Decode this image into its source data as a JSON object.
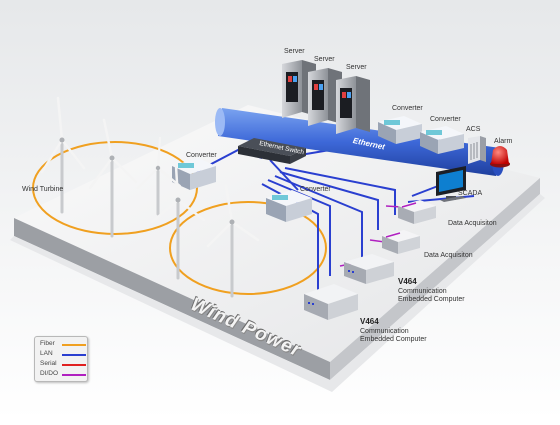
{
  "title": "Wind Power",
  "channel": "Ethernet",
  "switch_label": "Ethernet Switch",
  "labels": {
    "server_1": "Server",
    "server_2": "Server",
    "server_3": "Server",
    "converter_top_1": "Converter",
    "converter_top_2": "Converter",
    "converter_left": "Converter",
    "converter_mid": "Converter",
    "acs": "ACS",
    "alarm": "Alarm",
    "scada": "SCADA",
    "wind_turbine": "Wind Turbine",
    "data_acq_1": "Data Acquisiton",
    "data_acq_2": "Data Acquisiton",
    "v464_1_model": "V464",
    "v464_1_line1": "Communication",
    "v464_1_line2": "Embedded Computer",
    "v464_2_model": "V464",
    "v464_2_line1": "Communication",
    "v464_2_line2": "Embedded Computer"
  },
  "legend": [
    {
      "label": "Fiber",
      "color": "#f0a020"
    },
    {
      "label": "LAN",
      "color": "#2a3fd0"
    },
    {
      "label": "Serial",
      "color": "#e02020"
    },
    {
      "label": "DI/DO",
      "color": "#b020c0"
    }
  ]
}
